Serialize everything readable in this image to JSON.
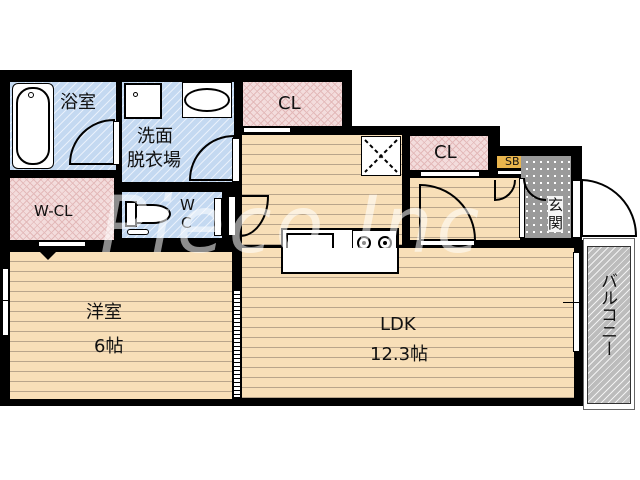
{
  "floorplan": {
    "watermark": "Pieco Inc",
    "rooms": {
      "bathroom": {
        "label": "浴室"
      },
      "washroom": {
        "label_line1": "洗面",
        "label_line2": "脱衣場"
      },
      "closet_top": {
        "label": "CL"
      },
      "walk_in_closet": {
        "label": "W-CL"
      },
      "toilet": {
        "label_line1": "W",
        "label_line2": "C"
      },
      "closet_right": {
        "label": "CL"
      },
      "shoe_box": {
        "label": "SB"
      },
      "entrance": {
        "label_line1": "玄",
        "label_line2": "関"
      },
      "western_room": {
        "label": "洋室",
        "size": "6帖"
      },
      "ldk": {
        "label": "LDK",
        "size": "12.3帖"
      },
      "balcony": {
        "label": "バルコニー"
      }
    },
    "colors": {
      "wall": "#000000",
      "wood_floor": "#f8dfb8",
      "wet_area": "#c4d9f1",
      "closet": "#f3dcdc",
      "shoe_box": "#e9b54d",
      "entrance_tile": "#9a9a9a",
      "balcony": "#bcbcbc"
    }
  }
}
